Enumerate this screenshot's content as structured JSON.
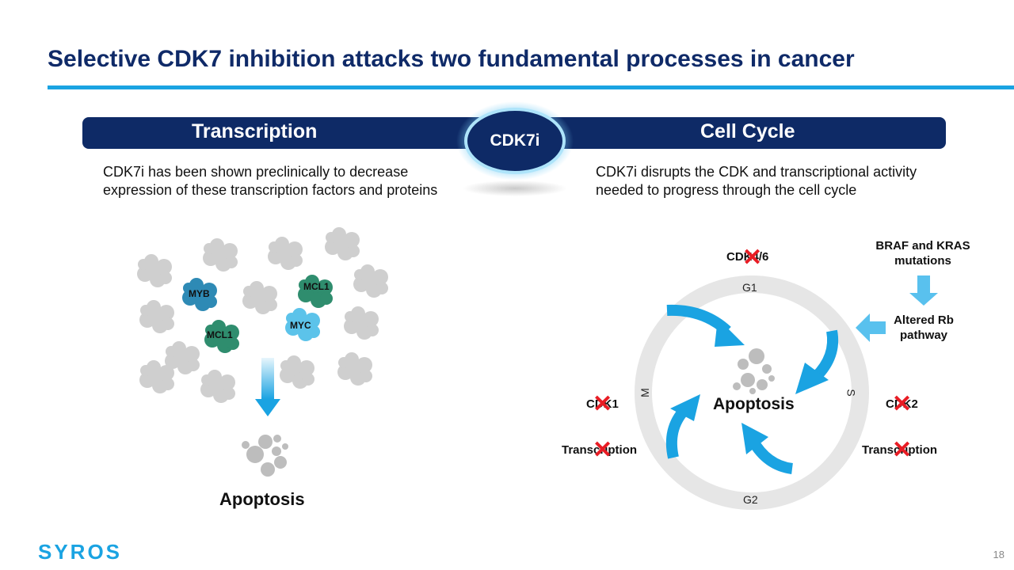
{
  "title": "Selective CDK7 inhibition attacks two fundamental processes in cancer",
  "banner": {
    "left_label": "Transcription",
    "center_label": "CDK7i",
    "right_label": "Cell Cycle"
  },
  "left": {
    "desc_line1": "CDK7i has been shown preclinically to decrease",
    "desc_line2": "expression of these transcription factors and proteins",
    "cluster_labels": {
      "myb": "MYB",
      "mcl1_top": "MCL1",
      "mcl1_bottom": "MCL1",
      "myc": "MYC"
    },
    "outcome": "Apoptosis"
  },
  "right": {
    "desc_line1": "CDK7i disrupts the CDK and transcriptional activity",
    "desc_line2": "needed to progress through the cell cycle",
    "cdk46": "CDK4/6",
    "cdk1": "CDK1",
    "cdk2": "CDK2",
    "transcription_left": "Transcription",
    "transcription_right": "Transcription",
    "braf_line1": "BRAF and KRAS",
    "braf_line2": "mutations",
    "rb_line1": "Altered Rb",
    "rb_line2": "pathway",
    "phases": {
      "g1": "G1",
      "s": "S",
      "g2": "G2",
      "m": "M"
    },
    "outcome": "Apoptosis"
  },
  "footer": {
    "logo": "SYROS",
    "page": "18"
  },
  "colors": {
    "navy": "#0e2a66",
    "accent": "#1aa3e2",
    "blocked": "#e81c24",
    "cluster_blue": "#2e8ab5",
    "cluster_green": "#2f8d6e",
    "cluster_light": "#5cc3ea"
  }
}
